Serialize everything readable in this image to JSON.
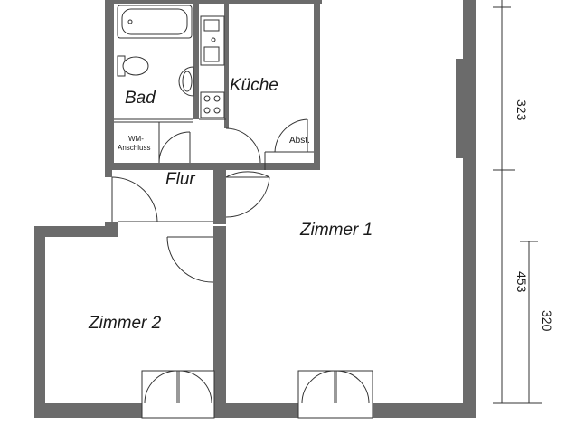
{
  "rooms": {
    "bad": "Bad",
    "kueche": "Küche",
    "flur": "Flur",
    "zimmer1": "Zimmer 1",
    "zimmer2": "Zimmer 2"
  },
  "labels": {
    "wm_line1": "WM-",
    "wm_line2": "Anschluss",
    "abst": "Abst."
  },
  "dimensions": {
    "upper": "323",
    "lower": "453",
    "inner": "320"
  }
}
